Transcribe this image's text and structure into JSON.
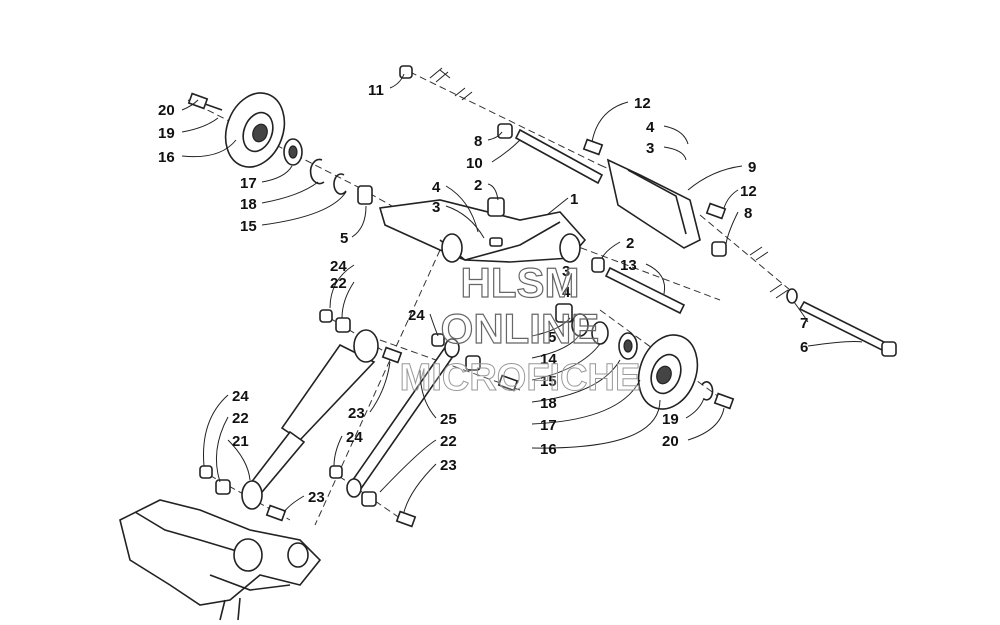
{
  "watermark": {
    "line1": "HLSM",
    "line2": "ONLINE",
    "line3": "MICROFICHE"
  },
  "labels": [
    {
      "id": "l-11",
      "text": "11"
    },
    {
      "id": "l-20a",
      "text": "20"
    },
    {
      "id": "l-19a",
      "text": "19"
    },
    {
      "id": "l-16a",
      "text": "16"
    },
    {
      "id": "l-17a",
      "text": "17"
    },
    {
      "id": "l-18a",
      "text": "18"
    },
    {
      "id": "l-15a",
      "text": "15"
    },
    {
      "id": "l-5a",
      "text": "5"
    },
    {
      "id": "l-8a",
      "text": "8"
    },
    {
      "id": "l-10",
      "text": "10"
    },
    {
      "id": "l-4a",
      "text": "4"
    },
    {
      "id": "l-2a",
      "text": "2"
    },
    {
      "id": "l-3a",
      "text": "3"
    },
    {
      "id": "l-1",
      "text": "1"
    },
    {
      "id": "l-12a",
      "text": "12"
    },
    {
      "id": "l-4b",
      "text": "4"
    },
    {
      "id": "l-3b",
      "text": "3"
    },
    {
      "id": "l-9",
      "text": "9"
    },
    {
      "id": "l-12b",
      "text": "12"
    },
    {
      "id": "l-8b",
      "text": "8"
    },
    {
      "id": "l-2b",
      "text": "2"
    },
    {
      "id": "l-13",
      "text": "13"
    },
    {
      "id": "l-3c",
      "text": "3"
    },
    {
      "id": "l-4c",
      "text": "4"
    },
    {
      "id": "l-24a",
      "text": "24"
    },
    {
      "id": "l-22a",
      "text": "22"
    },
    {
      "id": "l-24b",
      "text": "24"
    },
    {
      "id": "l-5b",
      "text": "5"
    },
    {
      "id": "l-14",
      "text": "14"
    },
    {
      "id": "l-15b",
      "text": "15"
    },
    {
      "id": "l-18b",
      "text": "18"
    },
    {
      "id": "l-17b",
      "text": "17"
    },
    {
      "id": "l-16b",
      "text": "16"
    },
    {
      "id": "l-7",
      "text": "7"
    },
    {
      "id": "l-6",
      "text": "6"
    },
    {
      "id": "l-19b",
      "text": "19"
    },
    {
      "id": "l-20b",
      "text": "20"
    },
    {
      "id": "l-24c",
      "text": "24"
    },
    {
      "id": "l-22b",
      "text": "22"
    },
    {
      "id": "l-21",
      "text": "21"
    },
    {
      "id": "l-23a",
      "text": "23"
    },
    {
      "id": "l-25",
      "text": "25"
    },
    {
      "id": "l-24d",
      "text": "24"
    },
    {
      "id": "l-22c",
      "text": "22"
    },
    {
      "id": "l-23b",
      "text": "23"
    },
    {
      "id": "l-23c",
      "text": "23"
    }
  ]
}
